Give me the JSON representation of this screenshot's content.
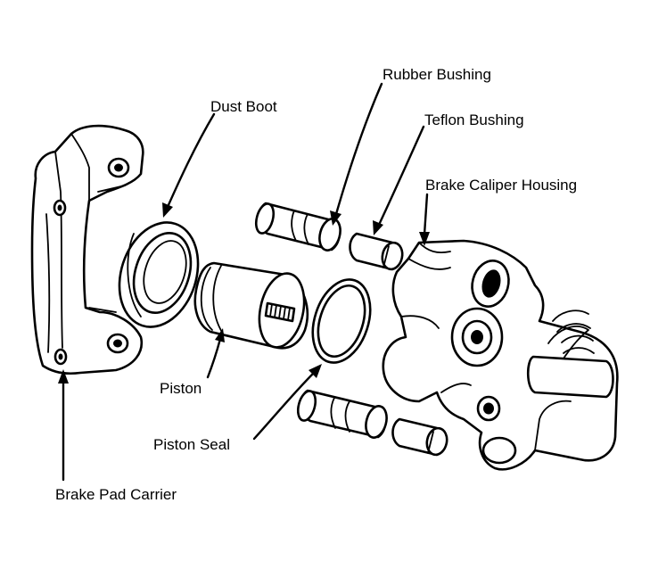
{
  "labels": {
    "rubber_bushing": "Rubber Bushing",
    "teflon_bushing": "Teflon Bushing",
    "dust_boot": "Dust Boot",
    "brake_caliper_housing": "Brake Caliper Housing",
    "piston": "Piston",
    "piston_seal": "Piston Seal",
    "brake_pad_carrier": "Brake Pad Carrier"
  }
}
